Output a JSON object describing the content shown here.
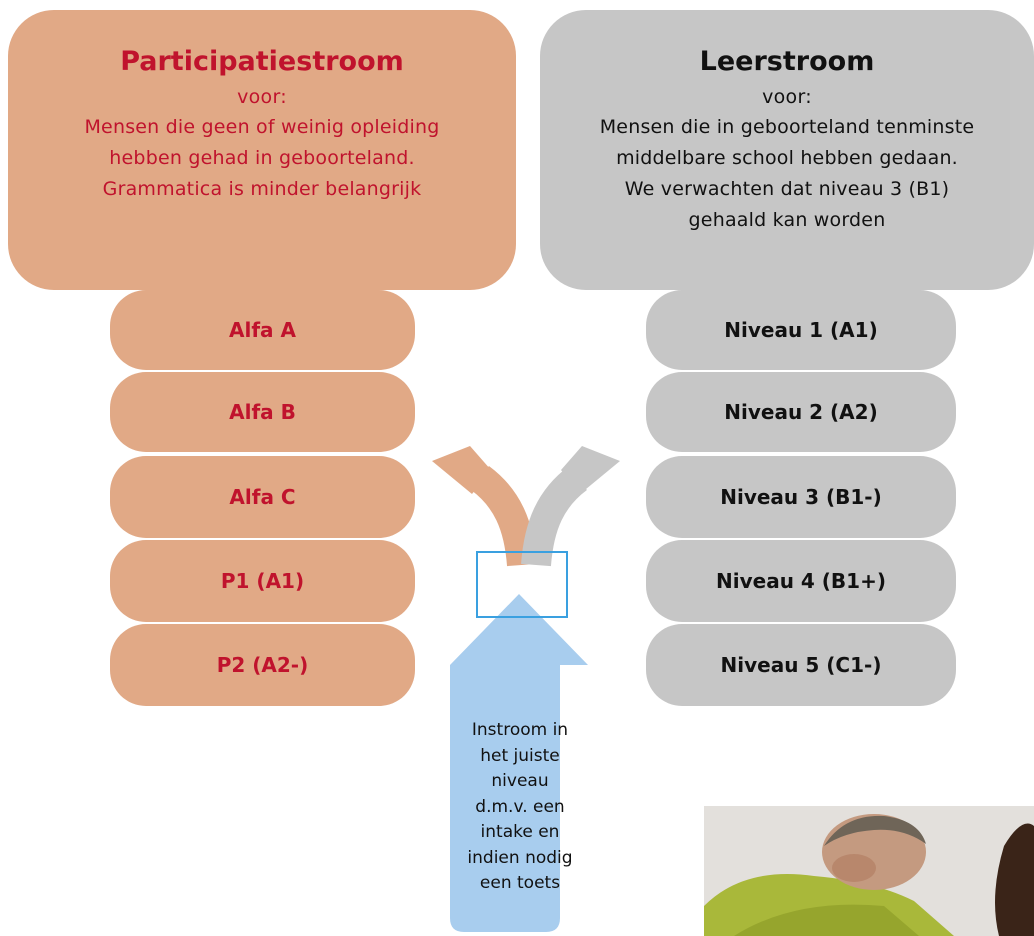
{
  "participation": {
    "title": "Participatiestroom",
    "sub": "voor:",
    "desc": [
      "Mensen die geen of weinig opleiding",
      "hebben gehad in geboorteland.",
      "Grammatica is minder belangrijk"
    ],
    "levels": [
      "Alfa A",
      "Alfa B",
      "Alfa C",
      "P1 (A1)",
      "P2 (A2-)"
    ]
  },
  "learning": {
    "title": "Leerstroom",
    "sub": "voor:",
    "desc": [
      "Mensen die in geboorteland tenminste",
      "middelbare school hebben gedaan.",
      "We verwachten dat niveau 3 (B1)",
      "gehaald kan worden"
    ],
    "levels": [
      "Niveau 1 (A1)",
      "Niveau 2 (A2)",
      "Niveau 3 (B1-)",
      "Niveau 4 (B1+)",
      "Niveau 5 (C1-)"
    ]
  },
  "intake": {
    "lines": [
      "Instroom in",
      "het juiste",
      "niveau",
      "d.m.v. een",
      "intake en",
      "indien nodig",
      "een toets"
    ]
  },
  "colors": {
    "orange": "#e1a986",
    "red_text": "#c0132d",
    "grey": "#c6c6c6",
    "blue_arrow": "#a8cdee",
    "blue_outline": "#3aa0e0"
  }
}
